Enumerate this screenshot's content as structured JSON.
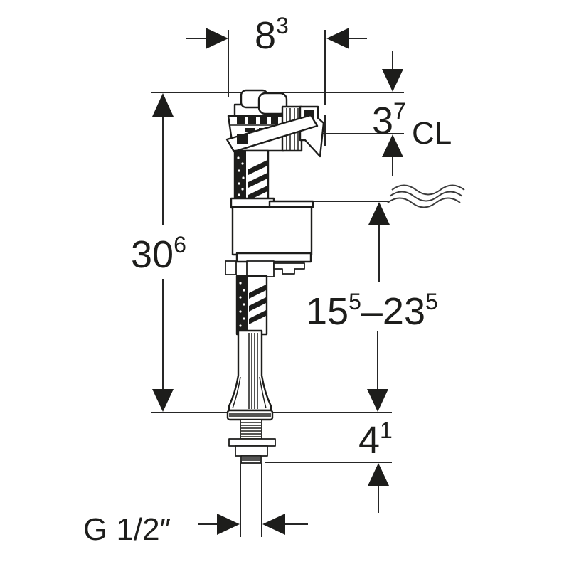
{
  "diagram": {
    "kind": "technical-dimension-drawing",
    "subject": "cistern fill valve, side view with tank clamp and water level",
    "colors": {
      "background": "#ffffff",
      "line": "#1d1d1b"
    },
    "icons": {
      "water_level_icon": "triple-wave"
    },
    "labels": {
      "dim_width": {
        "value": "8",
        "sup": "3"
      },
      "dim_offset": {
        "value": "3",
        "sup": "7"
      },
      "centerline": "CL",
      "dim_height": {
        "value": "30",
        "sup": "6"
      },
      "dim_range": {
        "from": "15",
        "from_sup": "5",
        "dash": "–",
        "to": "23",
        "to_sup": "5"
      },
      "dim_shank": {
        "value": "4",
        "sup": "1"
      },
      "thread": "G 1/2″"
    }
  }
}
